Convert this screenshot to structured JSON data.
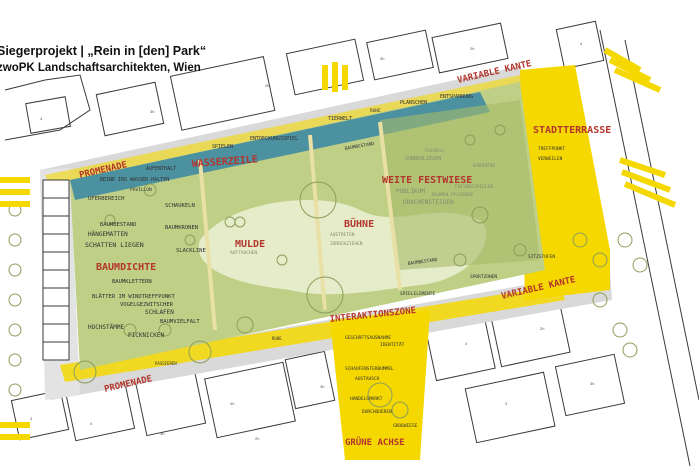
{
  "title": "Siegerprojekt | „Rein in [den] Park“",
  "subtitle": "zwoPK Landschaftsarchitekten, Wien",
  "zones": {
    "promenade_top": "PROMENADE",
    "promenade_bottom": "PROMENADE",
    "wasserzeile": "WASSERZEILE",
    "weite_festwiese": "WEITE FESTWIESE",
    "stadtterrasse": "STADTTERRASSE",
    "variable_kante_top": "VARIABLE KANTE",
    "variable_kante_bottom": "VARIABLE KANTE",
    "buehne": "BÜHNE",
    "mulde": "MULDE",
    "baumdichte": "BAUMDICHTE",
    "interaktionszone": "INTERAKTIONSZONE",
    "gruene_achse": "GRÜNE ACHSE"
  },
  "labels": {
    "aufenthalt": "AUFENTHALT",
    "beine_wasser": "BEINE INS WASSER HALTEN",
    "pavillon": "PAVILLON",
    "uferbereich": "UFERBEREICH",
    "spielen": "SPIELEN",
    "entdeckungsspiel": "ENTDECKUNGSSPIEL",
    "tierwelt": "TIERWELT",
    "ruhe": "RUHE",
    "planschen": "PLANSCHEN",
    "entspannung": "ENTSPANNUNG",
    "baumbestand_1": "BAUMBESTAND",
    "schaukeln": "SCHAUKELN",
    "baumbestand_2": "BAUMBESTAND",
    "haengematten": "HÄNGEMATTEN",
    "baumkronen": "BAUMKRONEN",
    "schatten_liegen": "SCHATTEN LIEGEN",
    "slackline": "SLACKLINE",
    "baumklettern": "BAUMKLETTERN",
    "blaetter": "BLÄTTER IM WINDTREFFPUNKT",
    "vogelgezwitscher": "VOGELGEZWITSCHER",
    "schlafen": "SCHLAFEN",
    "baumvielfalt": "BAUMVIELFALT",
    "hochstaemme": "HOCHSTÄMME",
    "picknicken": "PICKNICKEN",
    "passieren": "PASSIEREN",
    "ruhe_2": "RUHE",
    "publikum": "PUBLIKUM",
    "drachensteigen": "DRACHENSTEIGEN",
    "fussball": "FUSSBALL",
    "sonnenliegen": "SONNENLIEGEN",
    "badminton": "BADMINTON",
    "frisbeespielen": "FRISBEESPIELEN",
    "blumen_pfluecken": "BLUMEN PFLÜCKEN",
    "austreten": "AUSTRETEN",
    "zurueckziehen": "ZURÜCKZIEHEN",
    "auftauchen": "AUFTAUCHEN",
    "baumbestand_3": "BAUMBESTAND",
    "sitzstufen": "SITZSTUFEN",
    "sportzonen": "SPORTZONEN",
    "spielelemente": "SPIELELEMENTE",
    "treffpunkt": "TREFFPUNKT",
    "verweilen": "VERWEILEN",
    "gesch_ausnahme": "GESCHÄFTSAUSNAHME",
    "identitaet": "IDENTITÄT",
    "schaufenster": "SCHAUFENSTERBUMMEL",
    "austausch": "AUSTAUSCH",
    "handelsmarkt": "HANDELSMARKT",
    "durchqueren": "DURCHQUEREN",
    "grosswiese": "GROßWIESE"
  },
  "building_numbers": [
    "2h",
    "4",
    "3h",
    "3h",
    "2h",
    "4",
    "3",
    "4",
    "3h",
    "2h",
    "3h",
    "4",
    "2h",
    "3",
    "3h",
    "4h"
  ],
  "colors": {
    "street": "#d9d9d9",
    "building_outline": "#3a3a3a",
    "yellow": "#f5d800",
    "park_green": "#bfcf86",
    "water": "#3f8aa3",
    "label_red": "#b3362d"
  }
}
